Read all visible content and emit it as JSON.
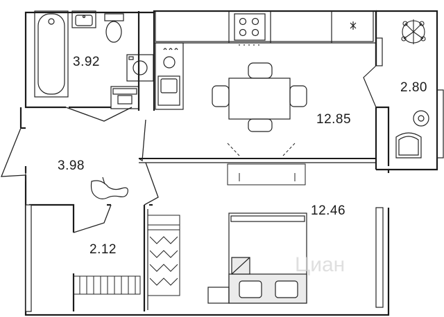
{
  "rooms": {
    "bathroom": {
      "area": "3.92"
    },
    "hall": {
      "area": "3.98"
    },
    "storage": {
      "area": "2.12"
    },
    "kitchen": {
      "area": "12.85"
    },
    "balcony": {
      "area": "2.80"
    },
    "bedroom": {
      "area": "12.46"
    }
  },
  "watermark": "Циан",
  "colors": {
    "wall": "#1a1a1a",
    "line": "#222222",
    "shade": "#ebebeb",
    "accent": "#bcbcbc",
    "background": "#ffffff"
  }
}
